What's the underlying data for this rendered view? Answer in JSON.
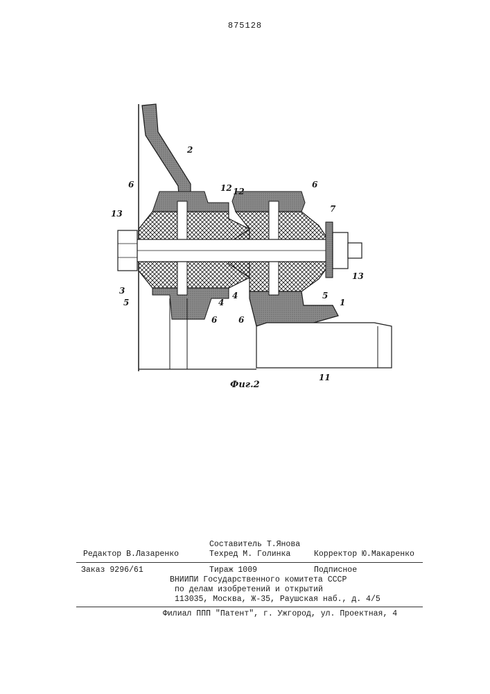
{
  "header": {
    "patent_number": "875128"
  },
  "figure": {
    "caption": "Фиг.2",
    "labels": [
      "2",
      "6",
      "12",
      "12",
      "6",
      "7",
      "13",
      "13",
      "3",
      "5",
      "4",
      "4",
      "5",
      "6",
      "6",
      "1",
      "11"
    ]
  },
  "imprint": {
    "compiler": "Составитель Т.Янова",
    "editor": "Редактор В.Лазаренко",
    "techred": "Техред М. Голинка",
    "corrector": "Корректор Ю.Макаренко",
    "order": "Заказ 9296/61",
    "circulation": "Тираж 1009",
    "subscription": "Подписное",
    "org_line1": "ВНИИПИ Государственного комитета СССР",
    "org_line2": "по делам изобретений и открытий",
    "org_line3": "113035, Москва, Ж-35, Раушская наб., д. 4/5",
    "branch": "Филиал ППП \"Патент\", г. Ужгород, ул. Проектная, 4"
  }
}
